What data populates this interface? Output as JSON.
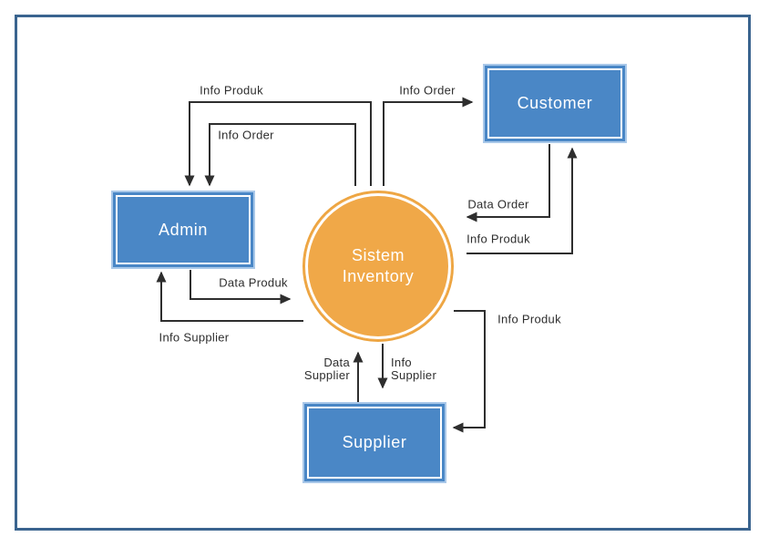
{
  "diagram_type": "data-flow-diagram",
  "process": {
    "label": "Sistem Inventory"
  },
  "entities": [
    {
      "id": "admin",
      "label": "Admin"
    },
    {
      "id": "customer",
      "label": "Customer"
    },
    {
      "id": "supplier",
      "label": "Supplier"
    }
  ],
  "flows": [
    {
      "label": "Info Produk",
      "from": "Sistem Inventory",
      "to": "Admin"
    },
    {
      "label": "Info Order",
      "from": "Sistem Inventory",
      "to": "Admin"
    },
    {
      "label": "Info Order",
      "from": "Sistem Inventory",
      "to": "Customer"
    },
    {
      "label": "Data Order",
      "from": "Customer",
      "to": "Sistem Inventory"
    },
    {
      "label": "Info Produk",
      "from": "Sistem Inventory",
      "to": "Customer"
    },
    {
      "label": "Info Produk",
      "from": "Sistem Inventory",
      "to": "Supplier"
    },
    {
      "label": "Data Produk",
      "from": "Admin",
      "to": "Sistem Inventory"
    },
    {
      "label": "Info Supplier",
      "from": "Sistem Inventory",
      "to": "Admin"
    },
    {
      "label": "Data Supplier",
      "from": "Supplier",
      "to": "Sistem Inventory"
    },
    {
      "label": "Info Supplier",
      "from": "Sistem Inventory",
      "to": "Supplier"
    }
  ],
  "colors": {
    "frame_border": "#3a648f",
    "entity_fill": "#4a87c6",
    "entity_outer_border": "#a9c8e9",
    "entity_inner_border": "#ffffff",
    "process_fill": "#f0a848",
    "process_ring": "#ffffff",
    "connector": "#2e2e2e",
    "entity_text": "#ffffff",
    "label_text": "#2e2e2e"
  }
}
